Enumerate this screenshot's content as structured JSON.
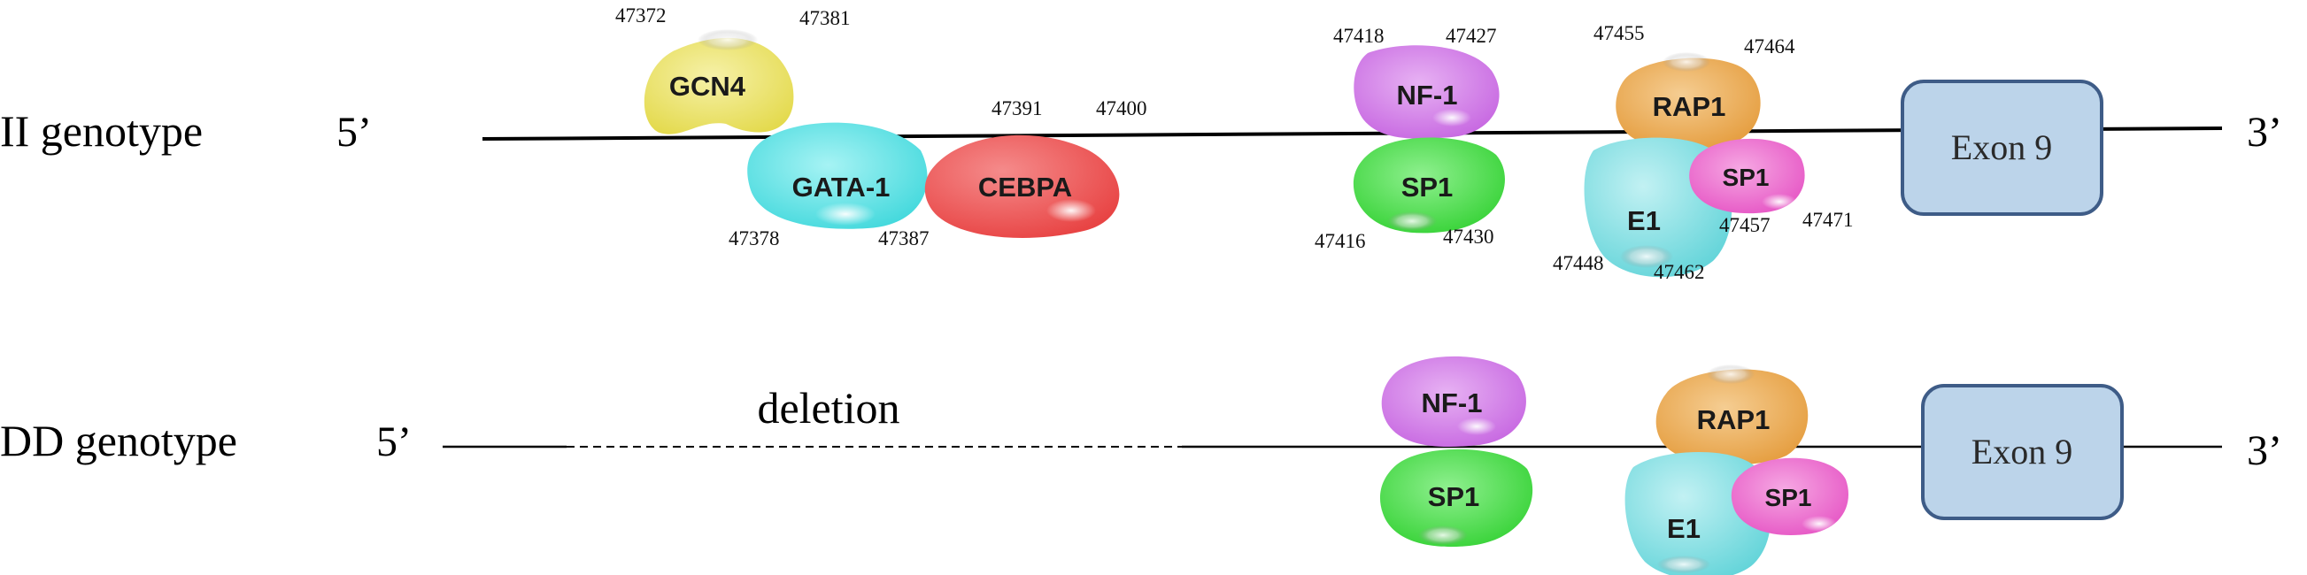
{
  "colors": {
    "gcn4": "#ece36a",
    "gata1": "#5be3e6",
    "cebpa": "#ef5656",
    "nf1": "#d37ee8",
    "sp1": "#52e052",
    "rap1": "#eeae5a",
    "e1": "#7fdfe3",
    "sp1_small": "#ee6fd1",
    "exon_fill": "#bcd4ea",
    "exon_stroke": "#3e5c87"
  },
  "genotype_ii": {
    "label": "II genotype",
    "five_prime": "5’",
    "three_prime": "3’",
    "exon_label": "Exon 9",
    "factors": {
      "gcn4": {
        "name": "GCN4",
        "start": "47372",
        "end": "47381"
      },
      "gata1": {
        "name": "GATA-1",
        "start": "47378",
        "end": "47387"
      },
      "cebpa": {
        "name": "CEBPA",
        "start": "47391",
        "end": "47400"
      },
      "nf1": {
        "name": "NF-1",
        "start": "47418",
        "end": "47427"
      },
      "sp1": {
        "name": "SP1",
        "start": "47416",
        "end": "47430"
      },
      "rap1": {
        "name": "RAP1",
        "start": "47455",
        "end": "47464"
      },
      "e1": {
        "name": "E1",
        "start": "47448",
        "end": "47462"
      },
      "sp1_b": {
        "name": "SP1",
        "start": "47457",
        "end": "47471"
      }
    }
  },
  "genotype_dd": {
    "label": "DD genotype",
    "five_prime": "5’",
    "three_prime": "3’",
    "deletion_label": "deletion",
    "exon_label": "Exon 9",
    "factors": {
      "nf1": {
        "name": "NF-1"
      },
      "sp1": {
        "name": "SP1"
      },
      "rap1": {
        "name": "RAP1"
      },
      "e1": {
        "name": "E1"
      },
      "sp1_b": {
        "name": "SP1"
      }
    }
  }
}
